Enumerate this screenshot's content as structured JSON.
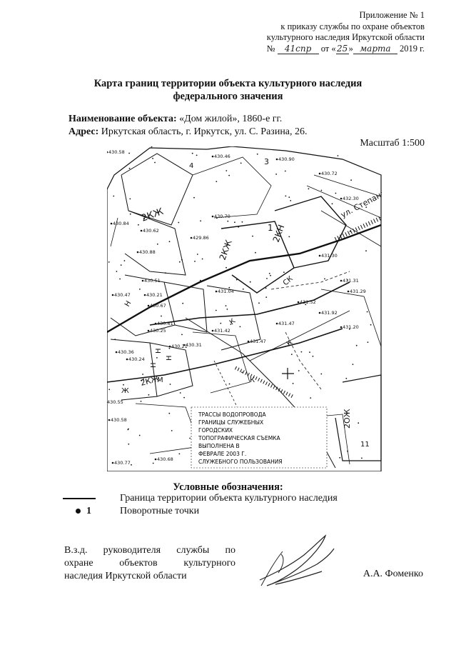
{
  "appendix": {
    "line1": "Приложение № 1",
    "line2": "к приказу службы по охране объектов",
    "line3": "культурного наследия Иркутской области",
    "number_prefix": "№",
    "number_hand": "41спр",
    "date_prefix": "от «",
    "date_day_hand": "25",
    "date_mid": "»",
    "date_month_hand": "марта",
    "date_suffix": "2019 г."
  },
  "title": {
    "line1": "Карта границ территории объекта культурного наследия",
    "line2": "федерального значения"
  },
  "object": {
    "name_label": "Наименование объекта:",
    "name_value": " «Дом жилой», 1860-е гг.",
    "address_label": "Адрес:",
    "address_value": " Иркутская область, г. Иркутск, ул. С. Разина, 26."
  },
  "scale": "Масштаб 1:500",
  "map": {
    "labels": [
      "2КЖ",
      "2КЖ",
      "2КН",
      "1",
      "2КЖ",
      "2КЖ",
      "ул. Степана",
      "Н",
      "Н",
      "Н",
      "К",
      "К",
      "Н",
      "М",
      "2ОЖ",
      "11",
      "К",
      "СК",
      "4",
      "3",
      "Ж"
    ],
    "marks": [
      "430.58",
      "430.46",
      "430.90",
      "430.72",
      "429.86",
      "430.70",
      "430.84",
      "430.88",
      "430.47",
      "430.62",
      "430.51",
      "430.67",
      "430.31",
      "430.21",
      "430.36",
      "430.24",
      "431.04",
      "431.52",
      "431.92",
      "431.47",
      "431.30",
      "431.20",
      "431.31",
      "431.29",
      "430.61",
      "430.55",
      "430.58",
      "430.77",
      "430.68",
      "431.47",
      "432.30",
      "431.42",
      "430.21",
      "430.25"
    ],
    "legend_block": [
      "ТРАССЫ ВОДОПРОВОДА",
      "ГРАНИЦЫ СЛУЖЕБНЫХ",
      "ГОРОДСКИХ",
      "ТОПОГРАФИЧЕСКАЯ СЪЕМКА",
      "ВЫПОЛНЕНА В",
      "ФЕВРАЛЕ 2003 Г.",
      "СЛУЖЕБНОГО ПОЛЬЗОВАНИЯ"
    ]
  },
  "legend": {
    "title": "Условные обозначения:",
    "items": [
      {
        "symbol": "",
        "text": "Граница территории объекта культурного наследия"
      },
      {
        "symbol": "1",
        "text": "Поворотные точки"
      }
    ]
  },
  "signer": {
    "lines": [
      "В.з.д. руководителя службы по",
      "охране объектов культурного",
      "наследия Иркутской области"
    ],
    "name": "А.А. Фоменко"
  }
}
